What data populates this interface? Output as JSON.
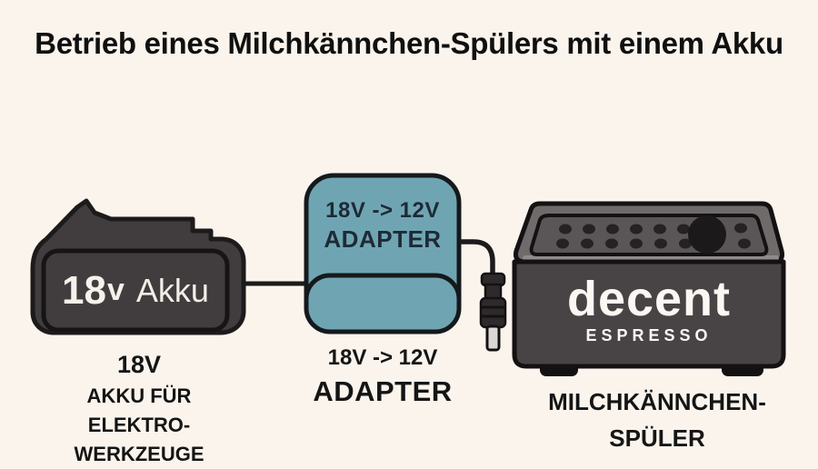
{
  "title": "Betrieb eines Milchkännchen-Spülers mit einem Akku",
  "battery": {
    "plate": {
      "voltage_digits": "18",
      "voltage_unit": "v",
      "name": "Akku"
    },
    "caption": {
      "line1": "18V",
      "line2": "AKKU FÜR",
      "line3": "ELEKTRO-",
      "line4": "WERKZEUGE"
    }
  },
  "adapter": {
    "label": {
      "line1": "18V -> 12V",
      "line2": "ADAPTER"
    },
    "caption": {
      "line1": "18V -> 12V",
      "line2": "ADAPTER"
    }
  },
  "machine": {
    "logo": {
      "brand": "decent",
      "sub": "ESPRESSO"
    },
    "caption": {
      "line1": "MILCHKÄNNCHEN-",
      "line2": "SPÜLER"
    }
  },
  "colors": {
    "background": "#faf4ed",
    "outline": "#1d1a1b",
    "battery_body": "#413d3e",
    "adapter_body": "#6fa5b2",
    "adapter_text": "#1e2a36",
    "machine_front": "#484445",
    "machine_top": "#6f6b6b",
    "machine_panel": "#5a5657",
    "machine_dots": "#262223",
    "machine_big_hole": "#1c191a",
    "plug_body": "#2e2a2b",
    "plug_tip": "#dbd7d5",
    "caption_text": "#151515",
    "plate_text": "#f6f1ea",
    "logo_text": "#fbf7f2"
  }
}
